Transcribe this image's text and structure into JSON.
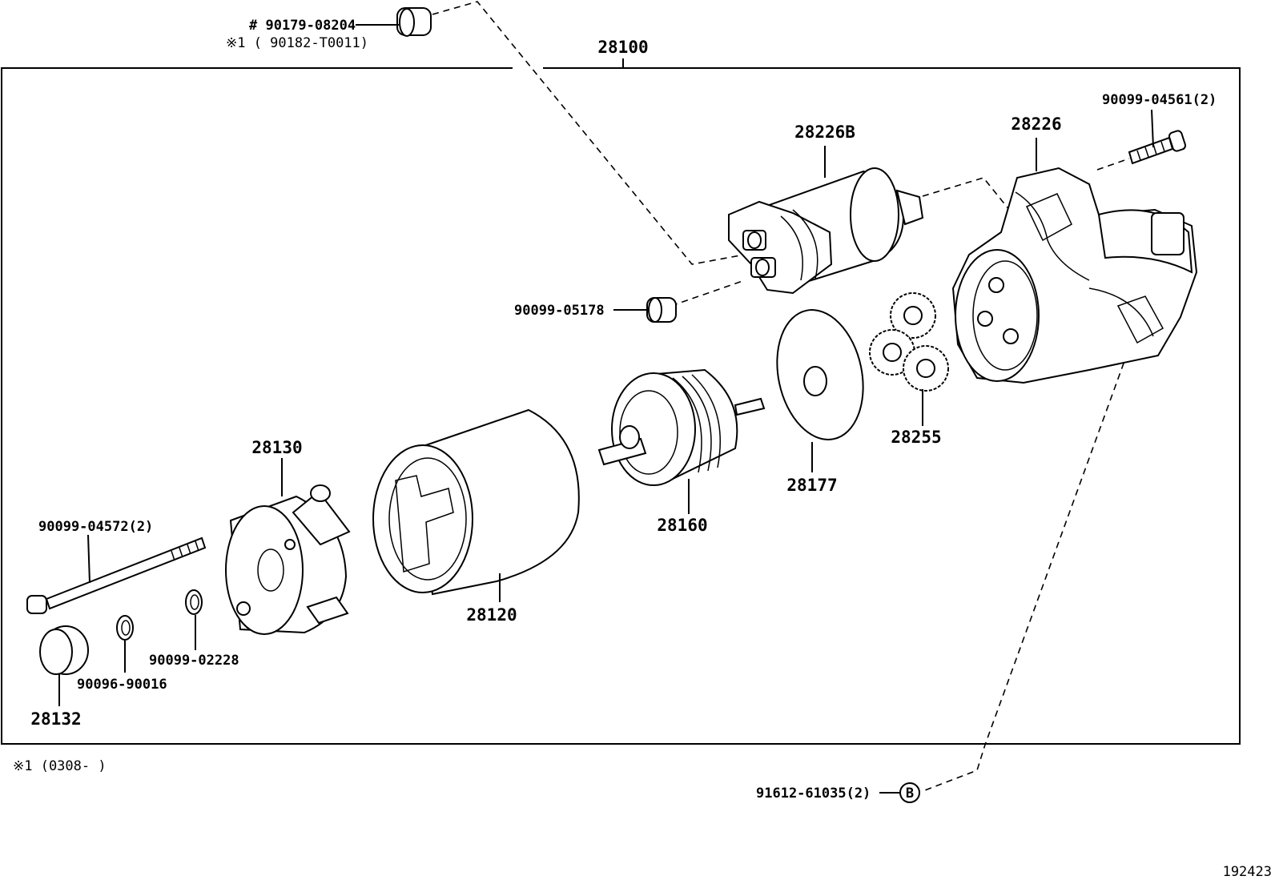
{
  "diagram": {
    "assembly_label": "28100",
    "labels": {
      "p90179": "# 90179-08204",
      "p90182": "※1 ( 90182-T0011)",
      "p28226b": "28226B",
      "p28226": "28226",
      "p90099_04561": "90099-04561(2)",
      "p90099_05178": "90099-05178",
      "p28255": "28255",
      "p28177": "28177",
      "p28160": "28160",
      "p28130": "28130",
      "p28120": "28120",
      "p90099_04572": "90099-04572(2)",
      "p90099_02228": "90099-02228",
      "p90096_90016": "90096-90016",
      "p28132": "28132",
      "p91612": "91612-61035(2)",
      "callout_b": "B"
    },
    "footnote": "※1 (0308-      )",
    "figure_number": "192423"
  }
}
